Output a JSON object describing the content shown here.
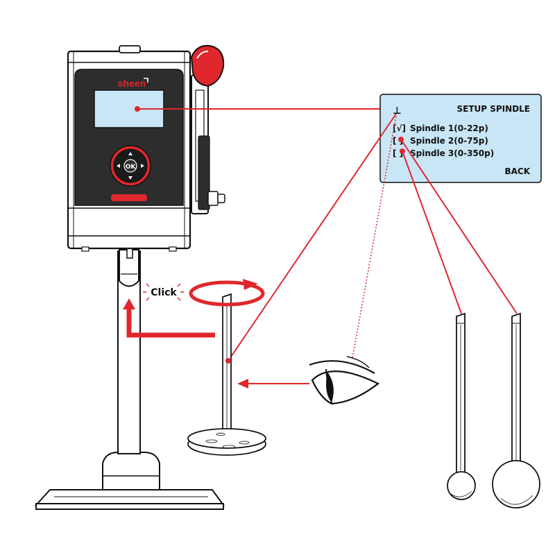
{
  "device": {
    "brand": "sheen",
    "ok_label": "OK"
  },
  "lcd_panel": {
    "title": "SETUP SPINDLE",
    "cursor_symbol": "⊥",
    "options": [
      {
        "mark": "[√]",
        "label": "Spindle 1(0-22p)",
        "selected": true
      },
      {
        "mark": "[ ]",
        "label": "Spindle 2(0-75p)",
        "selected": false
      },
      {
        "mark": "[ ]",
        "label": "Spindle 3(0-350p)",
        "selected": false
      }
    ],
    "back_label": "BACK"
  },
  "annotations": {
    "click_label": "Click"
  },
  "colors": {
    "accent_red": "#e0272d",
    "lcd_blue": "#c8e6f5",
    "device_dark": "#2d2d2d",
    "outline": "#111111"
  }
}
